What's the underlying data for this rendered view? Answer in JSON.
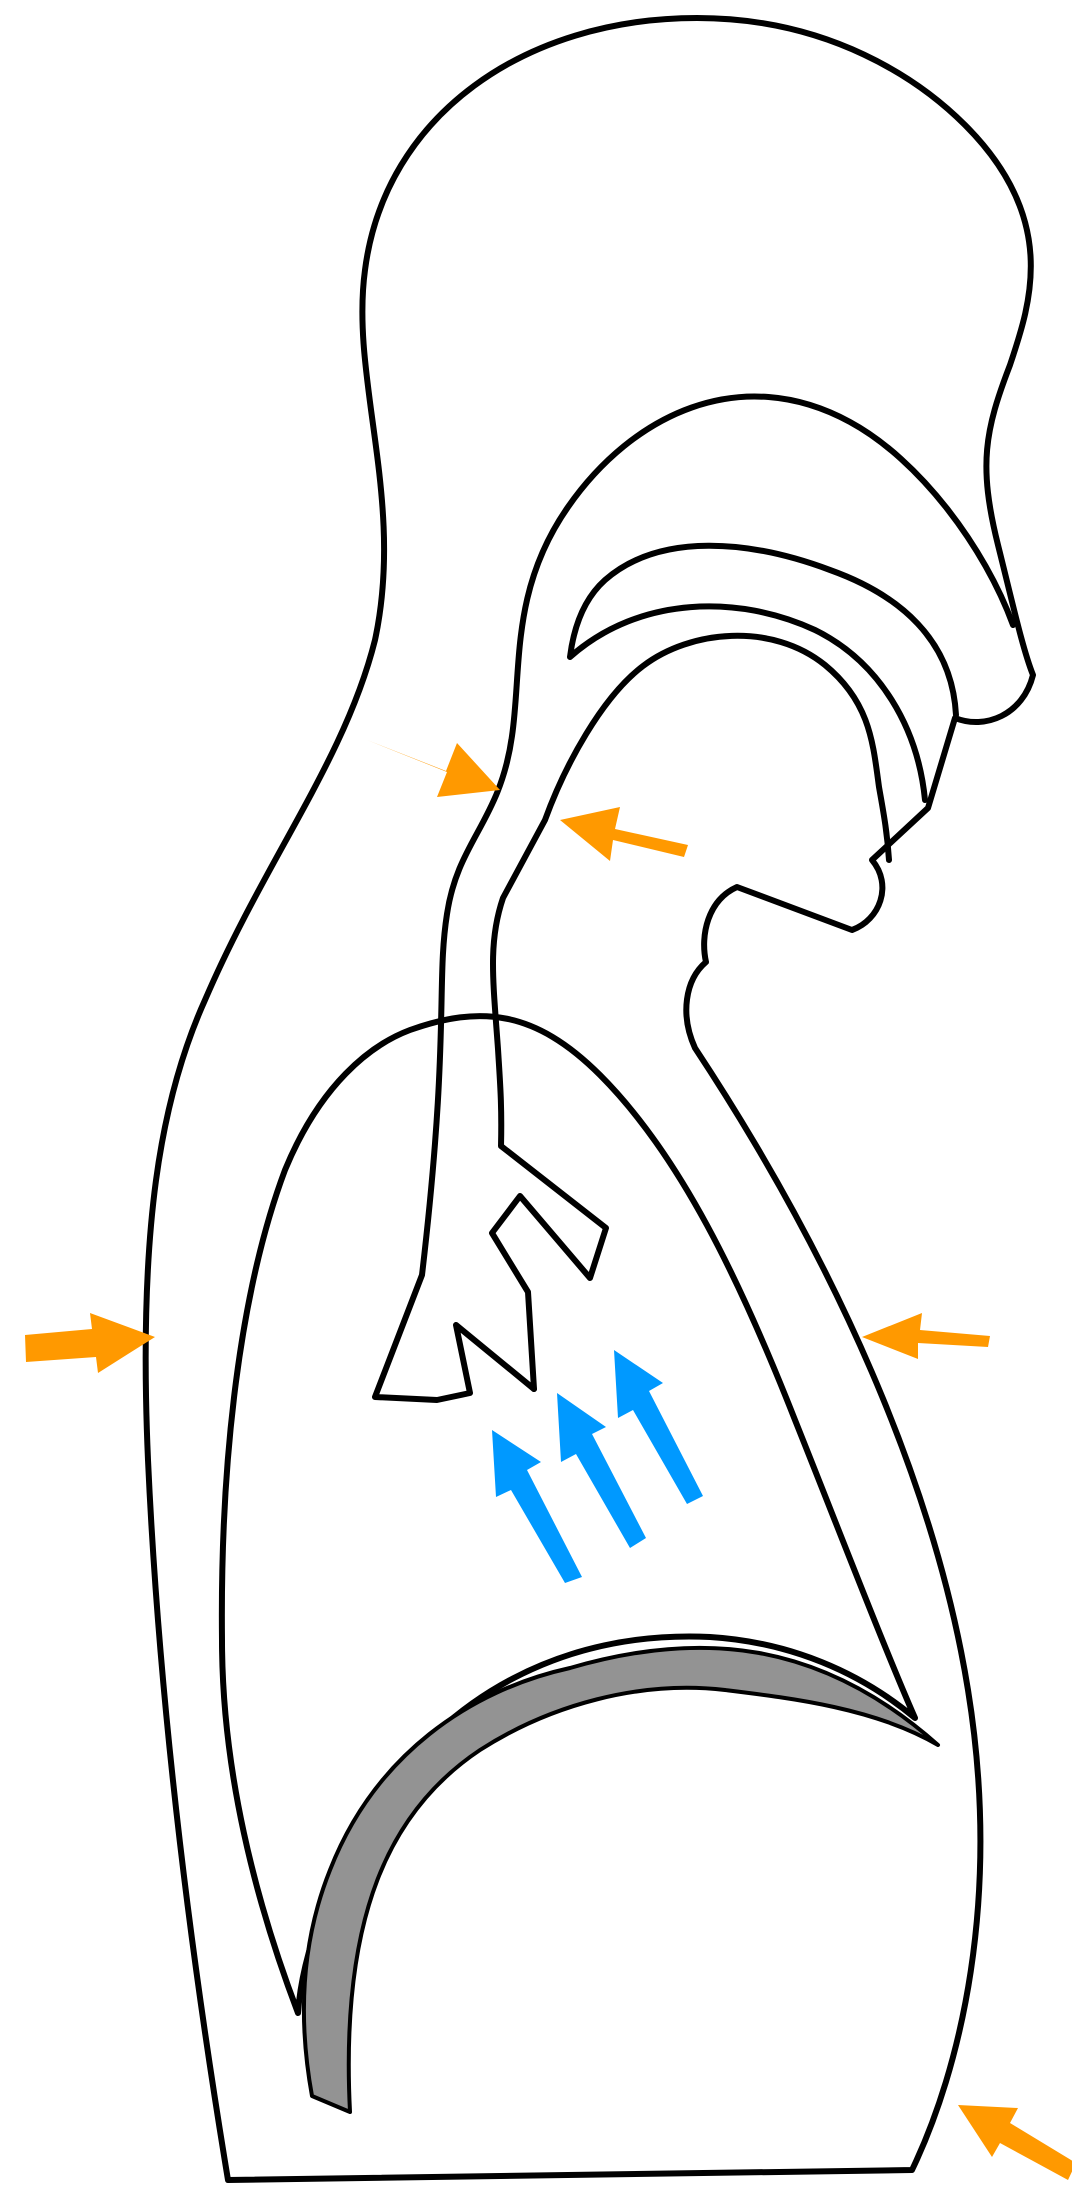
{
  "colors": {
    "outline": "#000000",
    "background": "#ffffff",
    "external_arrow": "#ff9900",
    "internal_arrow": "#0099ff",
    "diaphragm_fill": "#939393"
  },
  "arrows": {
    "external": [
      {
        "name": "external-arrow-left",
        "direction": "right"
      },
      {
        "name": "external-arrow-neck",
        "direction": "down-right"
      },
      {
        "name": "external-arrow-throat",
        "direction": "left"
      },
      {
        "name": "external-arrow-right",
        "direction": "left"
      },
      {
        "name": "external-arrow-bottom",
        "direction": "up-left"
      }
    ],
    "internal": [
      {
        "name": "internal-arrow-1",
        "direction": "up-left"
      },
      {
        "name": "internal-arrow-2",
        "direction": "up-left"
      },
      {
        "name": "internal-arrow-3",
        "direction": "up-left"
      }
    ]
  }
}
